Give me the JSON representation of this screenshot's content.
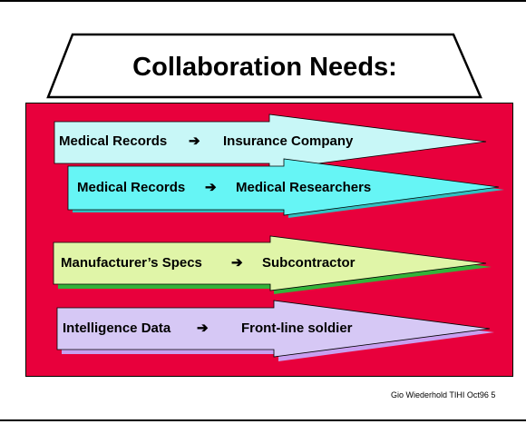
{
  "slide": {
    "title": "Collaboration Needs:",
    "footer": "Gio Wiederhold TIHI Oct96 5"
  },
  "colors": {
    "panel": "#e8003c",
    "arrow_1": "#c8f7f7",
    "arrow_2": "#66f5f5",
    "arrow_3": "#e0f5a8",
    "arrow_3_shadow": "#33b33a",
    "arrow_4": "#d6c8f5",
    "arrow_4_shadow": "#c8a0f0"
  },
  "needs": [
    {
      "source": "Medical Records",
      "target": "Insurance Company"
    },
    {
      "source": "Medical Records",
      "target": "Medical Researchers"
    },
    {
      "source": "Manufacturer’s Specs",
      "target": "Subcontractor"
    },
    {
      "source": "Intelligence Data",
      "target": "Front-line soldier"
    }
  ]
}
